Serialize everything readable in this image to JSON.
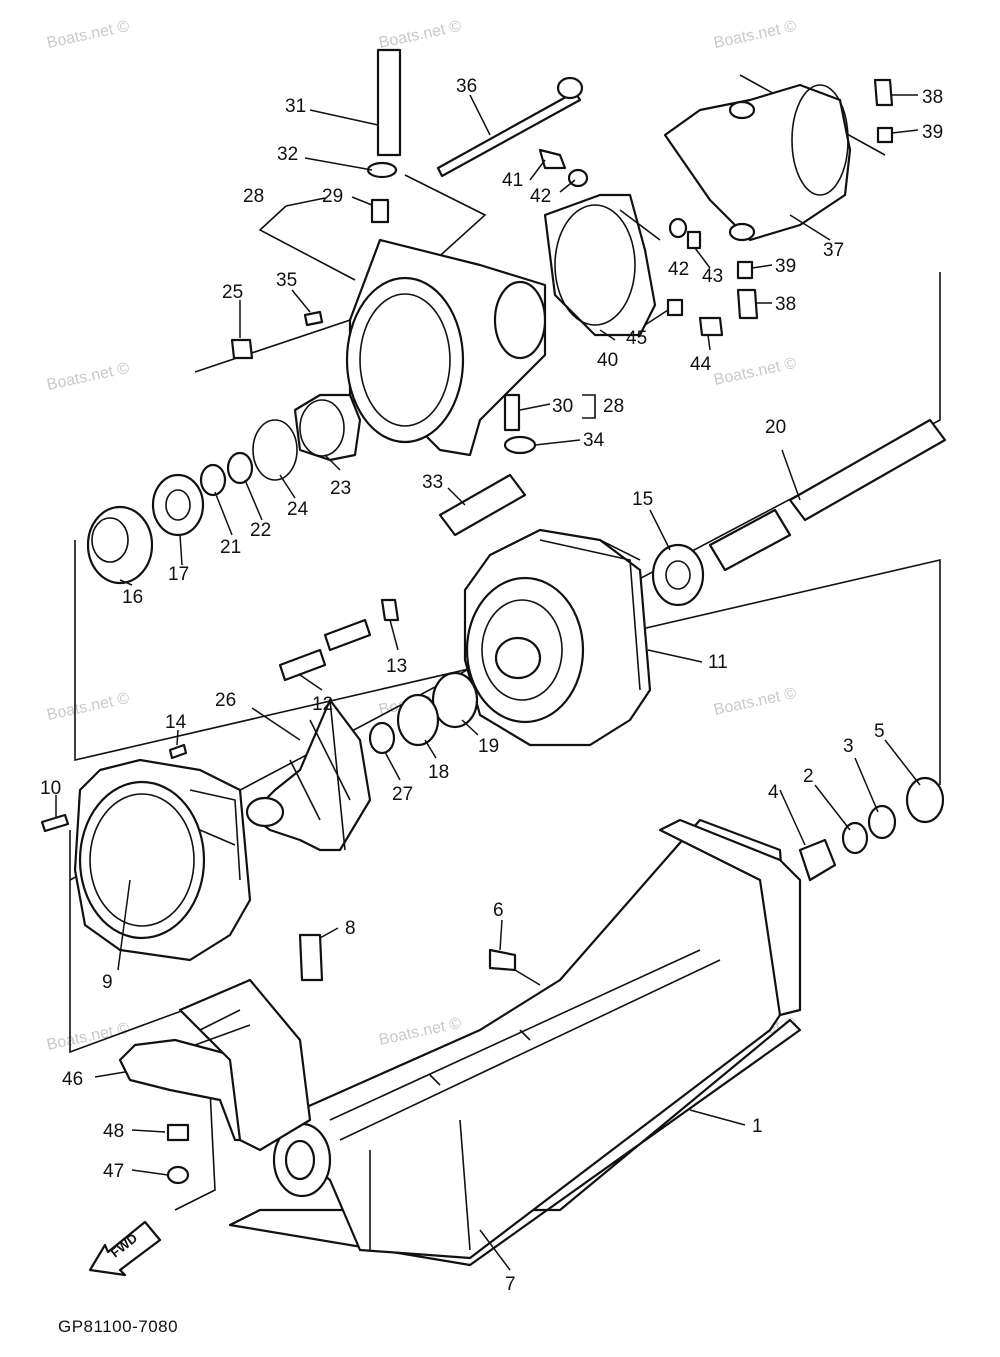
{
  "watermark": "Boats.net ©",
  "drawing_code": "GP81100-7080",
  "direction_label": "FWD",
  "callouts": {
    "c1": "1",
    "c2": "2",
    "c3": "3",
    "c4": "4",
    "c5": "5",
    "c6": "6",
    "c7": "7",
    "c8": "8",
    "c9": "9",
    "c10": "10",
    "c11": "11",
    "c12": "12",
    "c13": "13",
    "c14": "14",
    "c15": "15",
    "c16": "16",
    "c17": "17",
    "c18": "18",
    "c19": "19",
    "c20": "20",
    "c21": "21",
    "c22": "22",
    "c23": "23",
    "c24": "24",
    "c25": "25",
    "c26": "26",
    "c27": "27",
    "c28": "28",
    "c28b": "28",
    "c29": "29",
    "c30": "30",
    "c31": "31",
    "c32": "32",
    "c33": "33",
    "c34": "34",
    "c35": "35",
    "c36": "36",
    "c37": "37",
    "c38": "38",
    "c38b": "38",
    "c39": "39",
    "c39b": "39",
    "c40": "40",
    "c41": "41",
    "c42": "42",
    "c42b": "42",
    "c43": "43",
    "c44": "44",
    "c45": "45",
    "c46": "46",
    "c47": "47",
    "c48": "48"
  }
}
